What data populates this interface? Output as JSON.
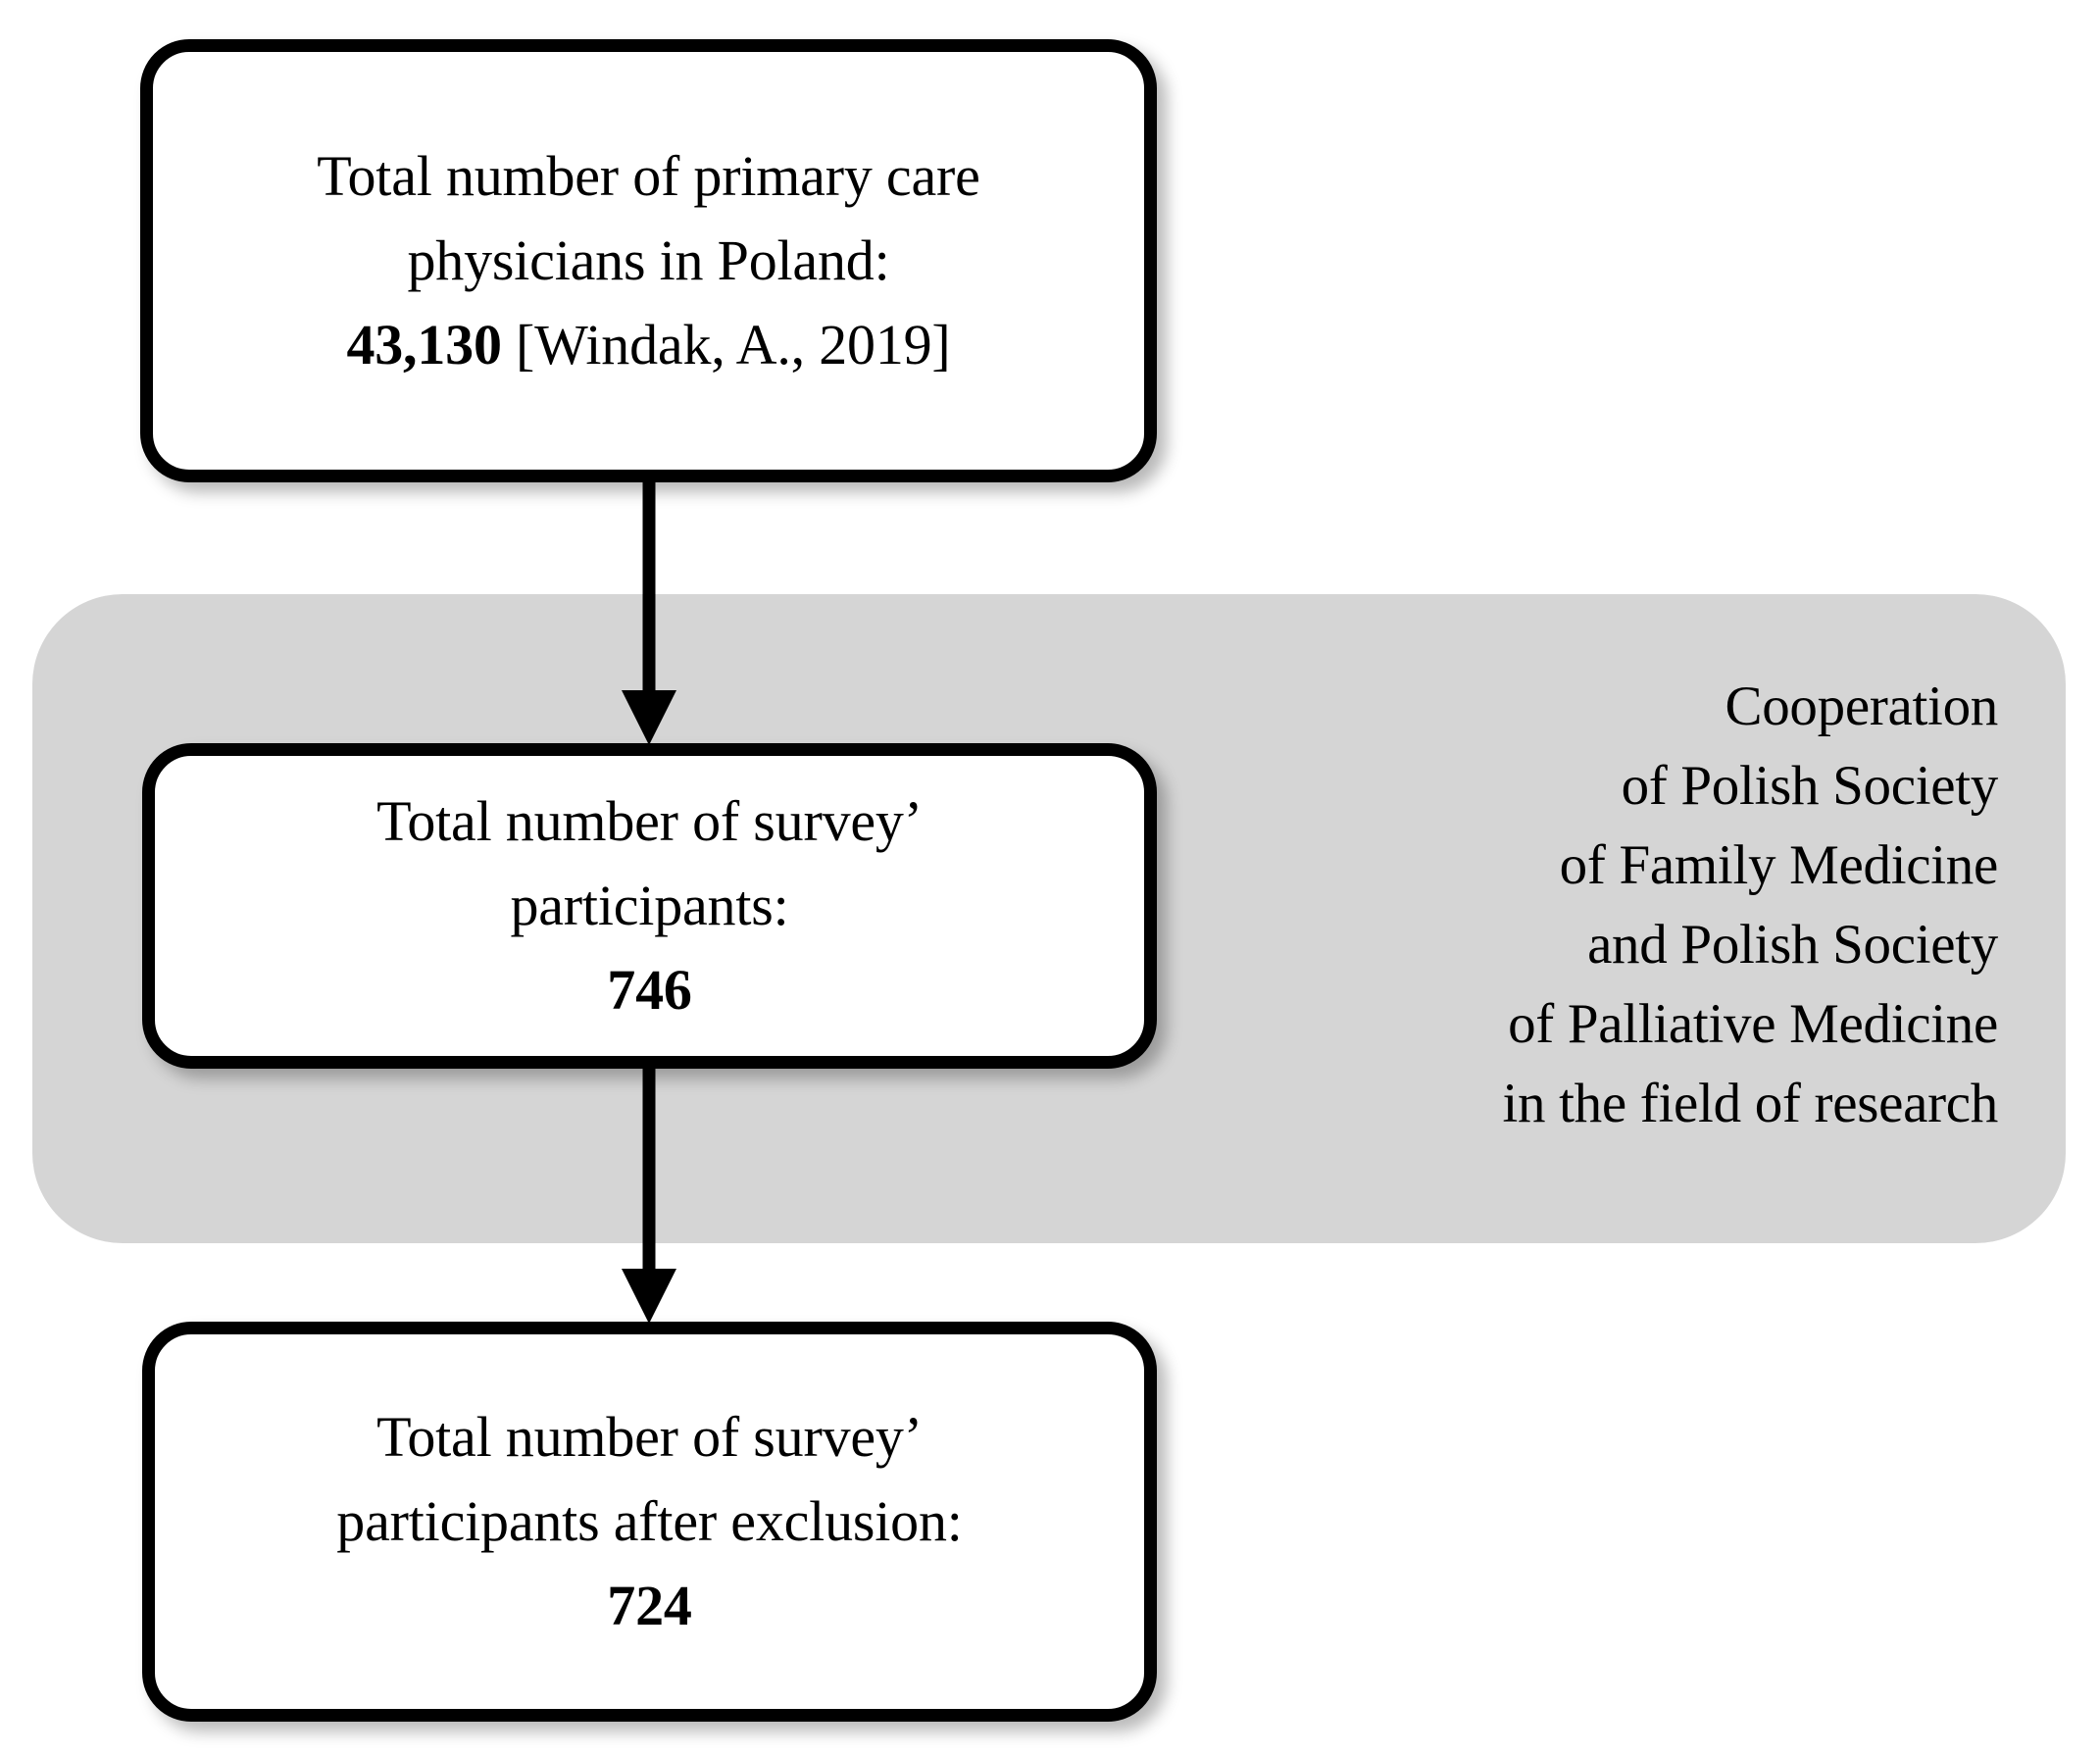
{
  "colors": {
    "panel_background": "#d5d5d5",
    "box_border": "#000000",
    "box_fill": "#ffffff",
    "text": "#000000",
    "canvas": "#ffffff"
  },
  "flowchart": {
    "type": "flow-diagram",
    "nodes": [
      {
        "id": "total-physicians",
        "lines": [
          {
            "text": "Total number of primary care",
            "bold": false
          },
          {
            "text": "physicians in Poland:",
            "bold": false
          }
        ],
        "value_line": {
          "value": "43,130",
          "suffix": " [Windak, A., 2019]"
        }
      },
      {
        "id": "total-participants",
        "lines": [
          {
            "text": "Total number of survey’",
            "bold": false
          },
          {
            "text": "participants:",
            "bold": false
          }
        ],
        "value_line": {
          "value": "746",
          "suffix": ""
        }
      },
      {
        "id": "participants-after-exclusion",
        "lines": [
          {
            "text": "Total number of survey’",
            "bold": false
          },
          {
            "text": "participants after exclusion:",
            "bold": false
          }
        ],
        "value_line": {
          "value": "724",
          "suffix": ""
        }
      }
    ],
    "edges": [
      {
        "from": "total-physicians",
        "to": "total-participants",
        "style": "solid-down-arrow"
      },
      {
        "from": "total-participants",
        "to": "participants-after-exclusion",
        "style": "solid-down-arrow"
      }
    ]
  },
  "cooperation_note": {
    "align": "right",
    "lines": [
      "Cooperation",
      "of Polish Society",
      "of Family Medicine",
      "and Polish Society",
      "of Palliative Medicine",
      "in the field of research"
    ]
  }
}
